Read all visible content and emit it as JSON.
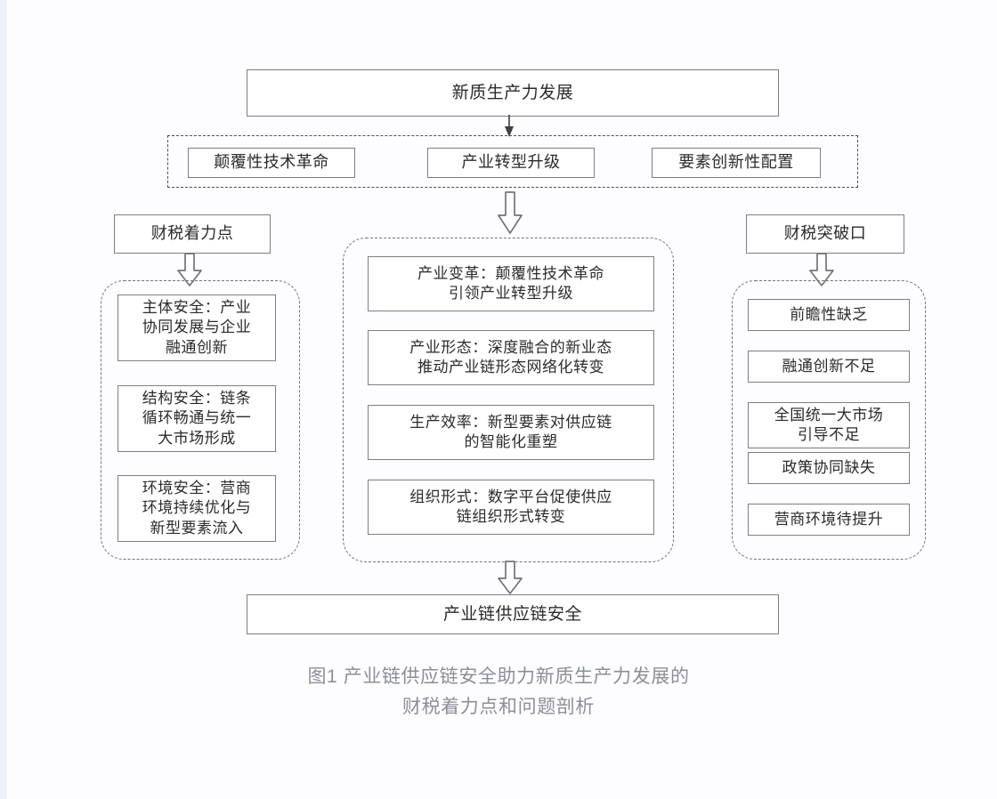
{
  "figure": {
    "caption": "图1 产业链供应链安全助力新质生产力发展的\n财税着力点和问题剖析"
  },
  "diagram": {
    "top_node": "新质生产力发展",
    "drivers_band_label": "",
    "drivers": [
      "颠覆性技术革命",
      "产业转型升级",
      "要素创新性配置"
    ],
    "left_column": {
      "header": "财税着力点",
      "items": [
        "主体安全：产业\n协同发展与企业\n融通创新",
        "结构安全：链条\n循环畅通与统一\n大市场形成",
        "环境安全：营商\n环境持续优化与\n新型要素流入"
      ]
    },
    "center_column": {
      "items": [
        "产业变革：颠覆性技术革命\n引领产业转型升级",
        "产业形态：深度融合的新业态\n推动产业链形态网络化转变",
        "生产效率：新型要素对供应链\n的智能化重塑",
        "组织形式：数字平台促使供应\n链组织形式转变"
      ]
    },
    "right_column": {
      "header": "财税突破口",
      "items": [
        "前瞻性缺乏",
        "融通创新不足",
        "全国统一大市场\n引导不足",
        "政策协同缺失",
        "营商环境待提升"
      ]
    },
    "bottom_node": "产业链供应链安全"
  },
  "colors": {
    "box_border": "#7a7f85",
    "group_border": "#6f747a",
    "band_border": "#4a4f55",
    "text": "#2b2b2b",
    "caption": "#8a8f99",
    "background": "#fdfdff",
    "edge_strip": "#eef3fb",
    "arrow_stroke": "#6f747a"
  }
}
